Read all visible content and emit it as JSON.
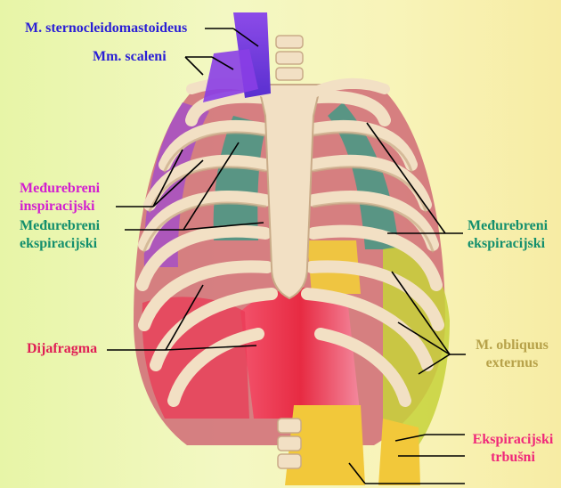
{
  "labels": {
    "sternocleido": {
      "text": "M. sternocleidomastoideus",
      "color": "#2a1fd6"
    },
    "scaleni": {
      "text": "Mm. scaleni",
      "color": "#2a1fd6"
    },
    "medjurebreni_insp_1": {
      "text": "Međurebreni",
      "color": "#d21fd0"
    },
    "medjurebreni_insp_2": {
      "text": "inspiracijski",
      "color": "#d21fd0"
    },
    "medjurebreni_eksp_left_1": {
      "text": "Međurebreni",
      "color": "#138f6d"
    },
    "medjurebreni_eksp_left_2": {
      "text": "ekspiracijski",
      "color": "#138f6d"
    },
    "medjurebreni_eksp_right_1": {
      "text": "Međurebreni",
      "color": "#138f6d"
    },
    "medjurebreni_eksp_right_2": {
      "text": "ekspiracijski",
      "color": "#138f6d"
    },
    "dijafragma": {
      "text": "Dijafragma",
      "color": "#e01e55"
    },
    "obliquus_1": {
      "text": "M. obliquus",
      "color": "#b7a24a"
    },
    "obliquus_2": {
      "text": "externus",
      "color": "#b7a24a"
    },
    "trbusni_1": {
      "text": "Ekspiracijski",
      "color": "#f0287a"
    },
    "trbusni_2": {
      "text": "trbušni",
      "color": "#f0287a"
    }
  },
  "colors": {
    "bone": "#f2e0c4",
    "bone_shadow": "#c9ab88",
    "lung_red": "#c95a67",
    "scm_purple": "#7a31e0",
    "intercostal_insp": "#a34dc9",
    "intercostal_eksp": "#2f9c86",
    "diaphragm": "#f0344f",
    "oblique": "#c7d23a",
    "abdominal": "#f2cd3a",
    "leader_line": "#000000"
  }
}
